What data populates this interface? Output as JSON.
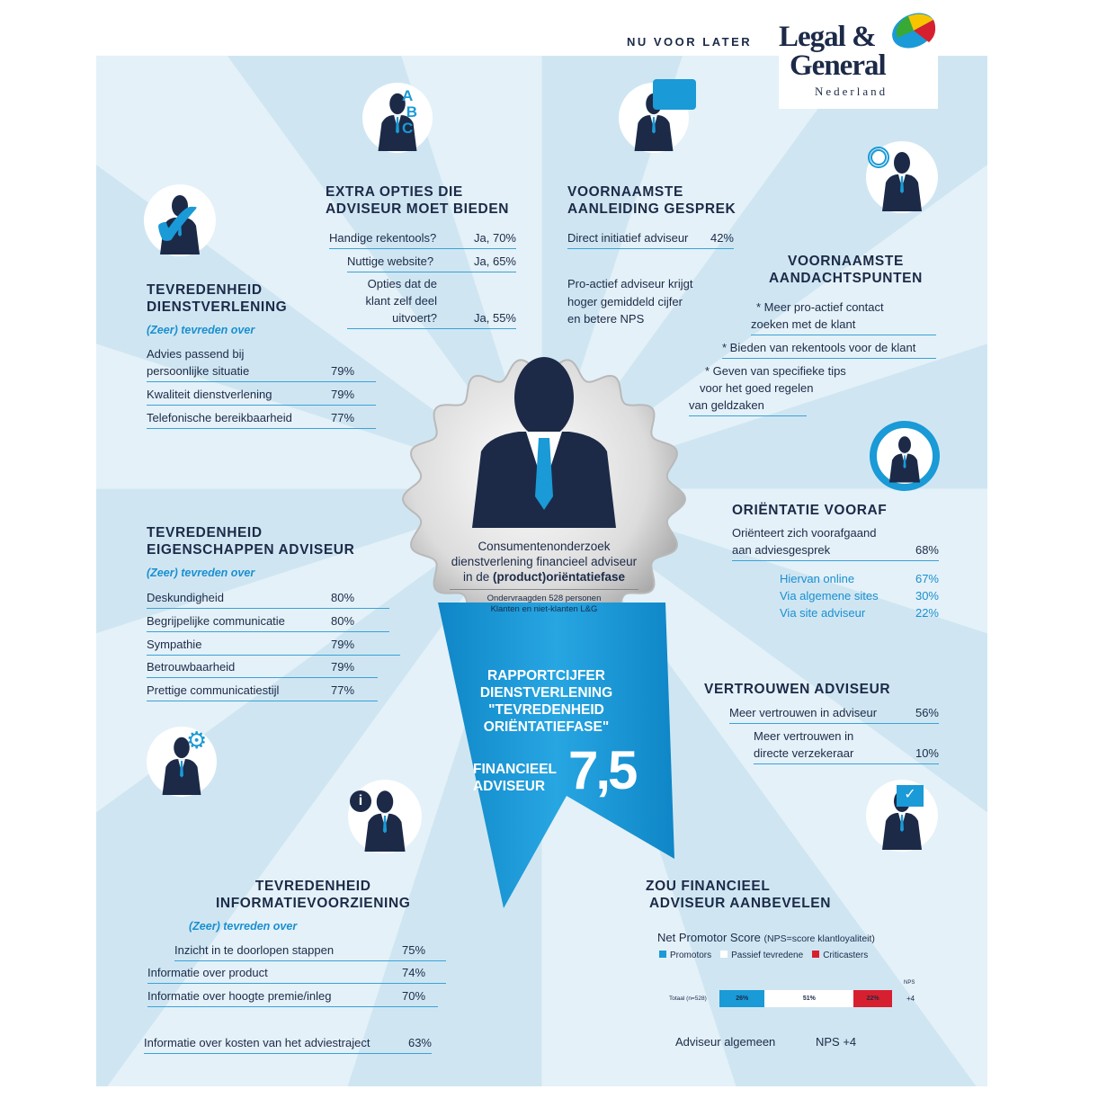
{
  "header": {
    "tagline": "NU VOOR LATER",
    "logo": {
      "line1": "Legal &",
      "line2": "General",
      "line3": "Nederland"
    }
  },
  "extra_opties": {
    "title1": "EXTRA OPTIES DIE",
    "title2": "ADVISEUR MOET BIEDEN",
    "rows": [
      {
        "label": "Handige rekentools?",
        "value": "Ja, 70%"
      },
      {
        "label": "Nuttige website?",
        "value": "Ja, 65%"
      },
      {
        "label_l1": "Opties dat de",
        "label_l2": "klant zelf deel",
        "label_l3": "uitvoert?",
        "value": "Ja, 55%"
      }
    ]
  },
  "aanleiding": {
    "title1": "VOORNAAMSTE",
    "title2": "AANLEIDING GESPREK",
    "rows": [
      {
        "label": "Direct initiatief adviseur",
        "value": "42%"
      }
    ],
    "note1": "Pro-actief adviseur krijgt",
    "note2": "hoger gemiddeld cijfer",
    "note3": "en betere NPS"
  },
  "aandachtspunten": {
    "title1": "VOORNAAMSTE",
    "title2": "AANDACHTSPUNTEN",
    "items": [
      {
        "l1": "* Meer pro-actief contact",
        "l2": "zoeken met de klant"
      },
      {
        "l1": "* Bieden van rekentools voor de klant"
      },
      {
        "l1": "* Geven van specifieke tips",
        "l2": "voor het goed regelen",
        "l3": "van geldzaken"
      }
    ]
  },
  "dienstverlening": {
    "title1": "TEVREDENHEID",
    "title2": "DIENSTVERLENING",
    "subtitle": "(Zeer) tevreden over",
    "rows": [
      {
        "l1": "Advies passend bij",
        "l2": "persoonlijke situatie",
        "value": "79%"
      },
      {
        "label": "Kwaliteit dienstverlening",
        "value": "79%"
      },
      {
        "label": "Telefonische bereikbaarheid",
        "value": "77%"
      }
    ]
  },
  "eigenschappen": {
    "title1": "TEVREDENHEID",
    "title2": "EIGENSCHAPPEN ADVISEUR",
    "subtitle": "(Zeer) tevreden over",
    "rows": [
      {
        "label": "Deskundigheid",
        "value": "80%"
      },
      {
        "label": "Begrijpelijke communicatie",
        "value": "80%"
      },
      {
        "label": "Sympathie",
        "value": "79%"
      },
      {
        "label": "Betrouwbaarheid",
        "value": "79%"
      },
      {
        "label": "Prettige communicatiestijl",
        "value": "77%"
      }
    ]
  },
  "medal": {
    "l1": "Consumentenonderzoek",
    "l2": "dienstverlening financieel adviseur",
    "l3_pre": "in de ",
    "l3_bold": "(product)oriëntatiefase",
    "s1": "Ondervraagden 528 personen",
    "s2": "Klanten en niet-klanten L&G"
  },
  "ribbon": {
    "l1": "RAPPORTCIJFER",
    "l2": "DIENSTVERLENING",
    "l3": "\"TEVREDENHEID",
    "l4": "ORIËNTATIEFASE\"",
    "r1": "FINANCIEEL",
    "r2": "ADVISEUR",
    "score": "7,5"
  },
  "orientatie": {
    "title": "ORIËNTATIE VOORAF",
    "main": {
      "l1": "Oriënteert zich voorafgaand",
      "l2": "aan adviesgesprek",
      "value": "68%"
    },
    "sub": [
      {
        "label": "Hiervan online",
        "value": "67%"
      },
      {
        "label": "Via algemene sites",
        "value": "30%"
      },
      {
        "label": "Via site adviseur",
        "value": "22%"
      }
    ]
  },
  "vertrouwen": {
    "title": "VERTROUWEN ADVISEUR",
    "rows": [
      {
        "label": "Meer vertrouwen in adviseur",
        "value": "56%"
      },
      {
        "l1": "Meer vertrouwen in",
        "l2": "directe verzekeraar",
        "value": "10%"
      }
    ]
  },
  "informatie": {
    "title1": "TEVREDENHEID",
    "title2": "INFORMATIEVOORZIENING",
    "subtitle": "(Zeer) tevreden over",
    "rows": [
      {
        "label": "Inzicht in te doorlopen stappen",
        "value": "75%"
      },
      {
        "label": "Informatie over product",
        "value": "74%"
      },
      {
        "label": "Informatie over hoogte premie/inleg",
        "value": "70%"
      },
      {
        "label": "Informatie over kosten van het adviestraject",
        "value": "63%"
      }
    ]
  },
  "aanbevelen": {
    "title1": "ZOU FINANCIEEL",
    "title2": "ADVISEUR AANBEVELEN",
    "nps_title": "Net Promotor Score",
    "nps_sub": "(NPS=score klantloyaliteit)",
    "legend": [
      {
        "label": "Promotors",
        "color": "#1a9ad6"
      },
      {
        "label": "Passief tevredene",
        "color": "#ffffff"
      },
      {
        "label": "Criticasters",
        "color": "#d7202f"
      }
    ],
    "nps_head": "NPS",
    "row_label": "Totaal (n=528)",
    "segments": [
      {
        "value": 26,
        "label": "26%",
        "color": "#1a9ad6"
      },
      {
        "value": 51,
        "label": "51%",
        "color": "#ffffff"
      },
      {
        "value": 22,
        "label": "22%",
        "color": "#d7202f"
      }
    ],
    "nps_value": "+4",
    "footer_label": "Adviseur algemeen",
    "footer_value": "NPS +4"
  }
}
